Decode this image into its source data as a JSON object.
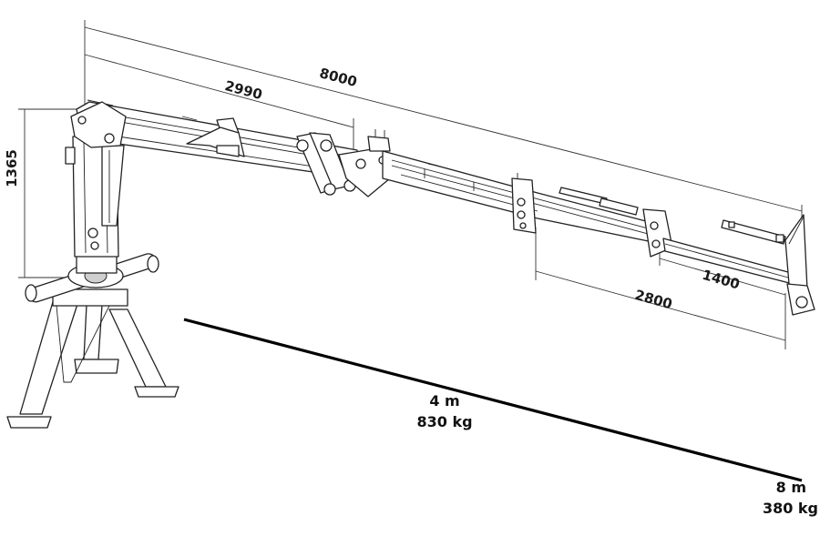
{
  "dimensions": {
    "total_length": "8000",
    "inner_boom": "2990",
    "extension_a": "2800",
    "extension_b": "1400",
    "column_height": "1365"
  },
  "loads": {
    "near": {
      "reach": "4 m",
      "weight": "830 kg"
    },
    "far": {
      "reach": "8 m",
      "weight": "380 kg"
    }
  },
  "colors": {
    "line": "#222222",
    "load_line": "#000000",
    "fill": "#ffffff",
    "shade": "#cfcfcf"
  }
}
